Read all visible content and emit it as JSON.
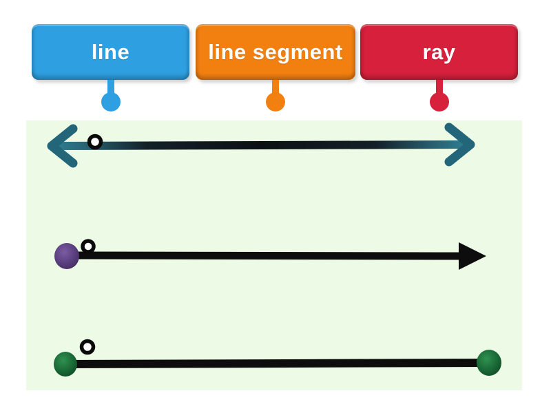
{
  "page": {
    "background": "#ffffff"
  },
  "answer_labels": [
    {
      "text": "line",
      "color": "#2e9fe1",
      "text_color": "#ffffff"
    },
    {
      "text": "line segment",
      "color": "#f28011",
      "text_color": "#ffffff"
    },
    {
      "text": "ray",
      "color": "#d6203c",
      "text_color": "#ffffff"
    }
  ],
  "diagram": {
    "background": "#ecfae6",
    "figures": [
      {
        "name": "line-double-arrow",
        "arrowhead_color": "#236679",
        "shaft_mid_color": "#0c1013",
        "hotspot": {
          "ring_color": "#0a0a0a",
          "fill_color": "#ffffff"
        }
      },
      {
        "name": "ray-arrow",
        "endpoint_color": "#5e4383",
        "shaft_color": "#0d0d0d",
        "hotspot": {
          "ring_color": "#0a0a0a",
          "fill_color": "#ffffff"
        }
      },
      {
        "name": "line-segment",
        "endpoint_color": "#1b6b38",
        "shaft_color": "#0d0d0d",
        "hotspot": {
          "ring_color": "#0a0a0a",
          "fill_color": "#ffffff"
        }
      }
    ]
  }
}
